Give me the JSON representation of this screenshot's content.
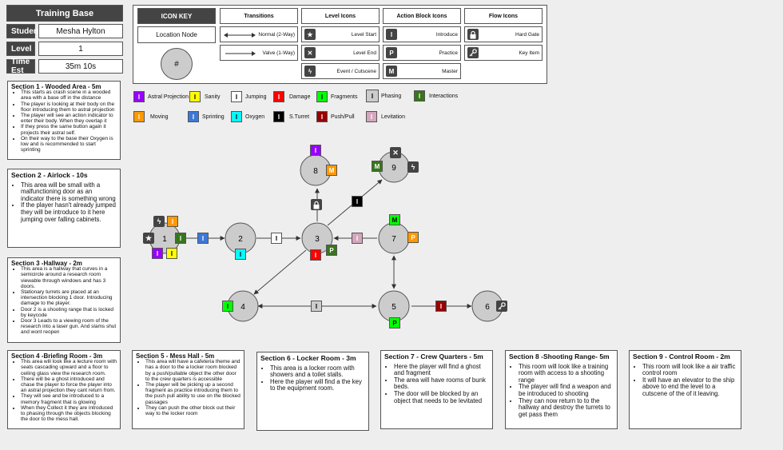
{
  "header": {
    "title": "Training Base",
    "rows": [
      {
        "label": "Student",
        "value": "Mesha Hylton"
      },
      {
        "label": "Level",
        "value": "1"
      },
      {
        "label": "Time Est",
        "value": "35m 10s"
      }
    ]
  },
  "icon_key": {
    "title": "ICON KEY",
    "location_node_label": "Location Node",
    "location_node_symbol": "#",
    "transitions": {
      "title": "Transitions",
      "items": [
        "Normal (2-Way)",
        "Valve (1-Way)"
      ]
    },
    "level_icons": {
      "title": "Level Icons",
      "items": [
        {
          "icon": "star-icon",
          "glyph": "★",
          "label": "Level Start"
        },
        {
          "icon": "x-icon",
          "glyph": "✕",
          "label": "Level End"
        },
        {
          "icon": "lightning-icon",
          "glyph": "ϟ",
          "label": "Event  / Cutscene"
        }
      ]
    },
    "action_icons": {
      "title": "Action Block Icons",
      "items": [
        {
          "glyph": "I",
          "label": "Introduce"
        },
        {
          "glyph": "P",
          "label": "Practice"
        },
        {
          "glyph": "M",
          "label": "Master"
        }
      ]
    },
    "flow_icons": {
      "title": "Flow Icons",
      "items": [
        {
          "icon": "lock-icon",
          "glyph": "🔒",
          "label": "Hard Gate"
        },
        {
          "icon": "key-icon",
          "glyph": "⚷",
          "label": "Key Item"
        }
      ]
    }
  },
  "legend": [
    {
      "label": "Astral Projection",
      "color": "#9900ff",
      "glyph": "I",
      "text_color": "#ffffff"
    },
    {
      "label": "Sanity",
      "color": "#ffff00",
      "glyph": "I",
      "text_color": "#000000"
    },
    {
      "label": "Jumping",
      "color": "#ffffff",
      "glyph": "I",
      "text_color": "#000000"
    },
    {
      "label": "Damage",
      "color": "#ff0000",
      "glyph": "I",
      "text_color": "#ffffff"
    },
    {
      "label": "Fragments",
      "color": "#00ff00",
      "glyph": "I",
      "text_color": "#000000"
    },
    {
      "label": "Phasing",
      "color": "#cccccc",
      "glyph": "I",
      "text_color": "#000000"
    },
    {
      "label": "Interactions",
      "color": "#38761d",
      "glyph": "I",
      "text_color": "#ffffff"
    },
    {
      "label": "Moving",
      "color": "#ff9900",
      "glyph": "I",
      "text_color": "#ffffff"
    },
    {
      "label": "Sprinting",
      "color": "#3c78d8",
      "glyph": "I",
      "text_color": "#ffffff"
    },
    {
      "label": "Oxygen",
      "color": "#00ffff",
      "glyph": "I",
      "text_color": "#000000"
    },
    {
      "label": "S.Turret",
      "color": "#000000",
      "glyph": "I",
      "text_color": "#ffffff"
    },
    {
      "label": "Push/Pull",
      "color": "#990000",
      "glyph": "I",
      "text_color": "#ffffff"
    },
    {
      "label": "Levitation",
      "color": "#d5a6bd",
      "glyph": "I",
      "text_color": "#ffffff"
    }
  ],
  "nodes": [
    "1",
    "2",
    "3",
    "4",
    "5",
    "6",
    "7",
    "8",
    "9"
  ],
  "badges": [
    "I",
    "I",
    "I",
    "I",
    "I",
    "I",
    "I",
    "I",
    "M",
    "I",
    "P",
    "I",
    "I",
    "I",
    "M",
    "P",
    "I",
    "I",
    "P",
    "I",
    "M"
  ],
  "sections": [
    {
      "title": "Section 1 - Wooded Area - 5m",
      "bullets": [
        "This starts as crash scene in a wooded area with a base off in the distance",
        "The player is looking at their body on the floor introducing them to astral projection",
        "The player will see an action indicator to enter their body. When they overlap it",
        "If they press the same button again it projects their astral self.",
        "On their way to the base their Oxygen is low and is recommended to start sprinting"
      ]
    },
    {
      "title": "Section 2 - Airlock - 10s",
      "bullets": [
        "This area will be small with a malfunctioning door as an indicator there is something wrong",
        "If the player hasn't already jumped they will be introduce to it here jumping over falling cabinets."
      ]
    },
    {
      "title": "Section 3 -Hallway - 2m",
      "bullets": [
        "This area is a hallway that curves in a semicircle around a research room viewable through windows and has 3 doors.",
        "Stationary turrets are placed at an intersection blocking 1 door. Introducing damage to the player.",
        "Door 2 is a shooting range that is locked by keycode",
        "Door 3 Leads to a viewing room of the research into a laser gun. And slams shut and wont reopen"
      ]
    },
    {
      "title": "Section 4 -Briefing Room - 3m",
      "bullets": [
        "This area will look like a lecture room with seats cascading upward and a floor to ceiling glass view the research room.",
        "There will be a ghost introduced and chase the player to force the player into an astral projection they cant return from.",
        "They will see and be introduced to a memory fragment that is glowing",
        "When they Collect it they are introduced to phasing through the objects blocking the door to the mess hall."
      ]
    },
    {
      "title": "Section 5 - Mess Hall - 5m",
      "bullets": [
        "This area will have a cafeteria theme and has a door to the a locker room blocked by a push/pullable object  the other door to the crew quarters is accessible",
        "The player will be picking up a second fragment as practice introducing them to the push pull ability to use on the blocked passages",
        "They can push the other block out their way to the locker room"
      ]
    },
    {
      "title": "Section 6 - Locker Room - 3m",
      "bullets": [
        "This area is a locker room with showers and a toilet stalls.",
        "Here the player will find a the key to the equipment room."
      ]
    },
    {
      "title": "Section 7 - Crew Quarters - 5m",
      "bullets": [
        "Here the player will find a ghost and fragment",
        "The area will have rooms of  bunk beds.",
        "The door will be blocked by an object that needs to be levitated"
      ]
    },
    {
      "title": "Section 8 -Shooting Range- 5m",
      "bullets": [
        "This room will look like a training room with access to a shooting range",
        "The player will find a weapon and be introduced to shooting",
        "They can now return to to the hallway and destroy the turrets to get pass them"
      ]
    },
    {
      "title": "Section 9 - Control Room - 2m",
      "bullets": [
        "This room will look like a air traffic control room",
        "It will have an elevator to the ship above to end the level to a cutscene of the of it leaving."
      ]
    }
  ]
}
